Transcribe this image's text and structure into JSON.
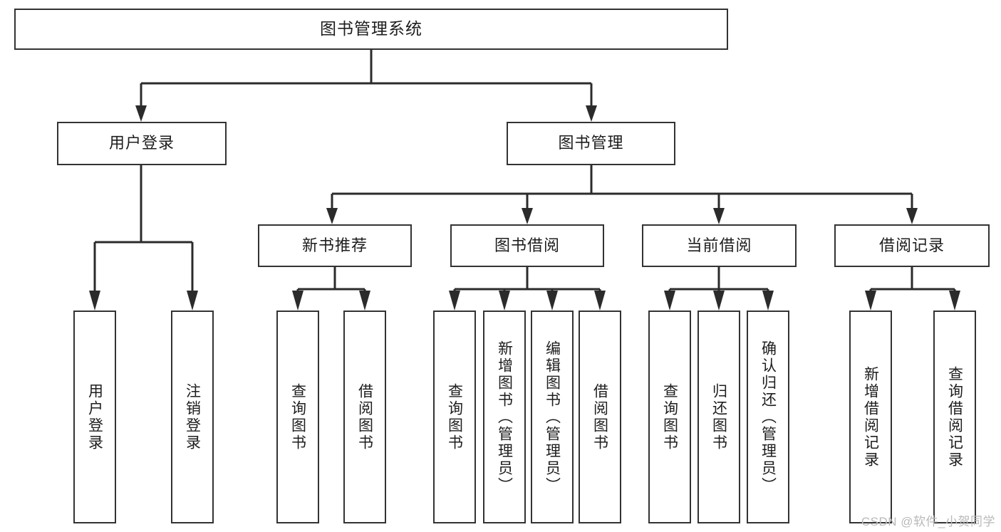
{
  "diagram": {
    "title": "图书管理系统",
    "type": "tree",
    "orientation": "top-down",
    "colors": {
      "box_border": "#333333",
      "box_fill": "#ffffff",
      "connector": "#2b2b2b",
      "text": "#1d1d1d",
      "watermark": "#b9b9b9",
      "background": "#ffffff"
    }
  },
  "watermark": {
    "text": "CSDN @软件_小贺同学"
  },
  "nodes": {
    "root": {
      "label": "图书管理系统"
    },
    "level2": [
      {
        "id": "user-login",
        "label": "用户登录"
      },
      {
        "id": "book-manage",
        "label": "图书管理"
      }
    ],
    "level3": [
      {
        "id": "new-book-recommend",
        "label": "新书推荐"
      },
      {
        "id": "book-borrow",
        "label": "图书借阅"
      },
      {
        "id": "current-borrow",
        "label": "当前借阅"
      },
      {
        "id": "borrow-record",
        "label": "借阅记录"
      }
    ],
    "leaves": [
      {
        "id": "leaf-user-login",
        "label": "用户登录",
        "parent": "user-login"
      },
      {
        "id": "leaf-logout-login",
        "label": "注销登录",
        "parent": "user-login"
      },
      {
        "id": "leaf-query-book-1",
        "label": "查询图书",
        "parent": "new-book-recommend"
      },
      {
        "id": "leaf-borrow-book-1",
        "label": "借阅图书",
        "parent": "new-book-recommend"
      },
      {
        "id": "leaf-query-book-2",
        "label": "查询图书",
        "parent": "book-borrow"
      },
      {
        "id": "leaf-add-book-admin",
        "label": "新增图书（管理员）",
        "parent": "book-borrow"
      },
      {
        "id": "leaf-edit-book-admin",
        "label": "编辑图书（管理员）",
        "parent": "book-borrow"
      },
      {
        "id": "leaf-borrow-book-2",
        "label": "借阅图书",
        "parent": "book-borrow"
      },
      {
        "id": "leaf-query-book-3",
        "label": "查询图书",
        "parent": "current-borrow"
      },
      {
        "id": "leaf-return-book",
        "label": "归还图书",
        "parent": "current-borrow"
      },
      {
        "id": "leaf-confirm-return-admin",
        "label": "确认归还（管理员）",
        "parent": "current-borrow"
      },
      {
        "id": "leaf-add-borrow-record",
        "label": "新增借阅记录",
        "parent": "borrow-record"
      },
      {
        "id": "leaf-query-borrow-record",
        "label": "查询借阅记录",
        "parent": "borrow-record"
      }
    ]
  }
}
